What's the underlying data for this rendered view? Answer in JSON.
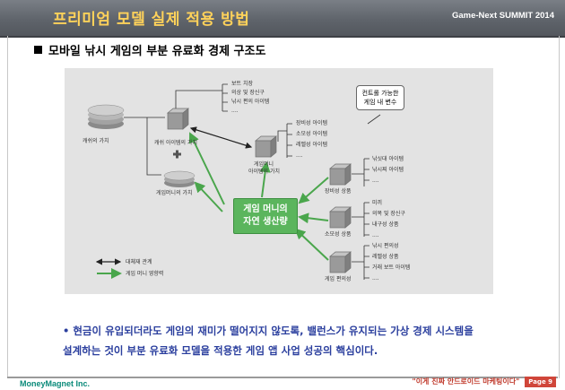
{
  "header": {
    "title": "프리미엄 모델 실제 적용 방법",
    "summit": "Game-Next SUMMIT 2014"
  },
  "section_title": "모바일 낚시 게임의 부분 유료화 경제 구조도",
  "diagram": {
    "cash_value": "캐쉬의 가치",
    "cash_item_value": "캐쉬 아이템의 가치",
    "cash_item_list": [
      "보트 치장",
      "의상 및 장신구",
      "낚시 편의 아이템",
      "...."
    ],
    "game_money_value": "게임머니의 가치",
    "game_money_item_value": [
      "게임머니",
      "아이템의 가치"
    ],
    "game_money_item_list": [
      "장비성 아이템",
      "소모성 아이템",
      "레벨성 아이템",
      "...."
    ],
    "center": [
      "게임 머니의",
      "자연 생산량"
    ],
    "controllable": [
      "컨트롤 가능한",
      "게임 내 변수"
    ],
    "equipment_product": "장비성 상품",
    "equipment_list": [
      "낚싯대 아이템",
      "낚시찌 아이템",
      "...."
    ],
    "consumable_product": "소모성 상품",
    "consumable_list": [
      "미끼",
      "의복 및 장신구",
      "내구성 상품",
      "...."
    ],
    "convenience_product": "게임 편의성",
    "convenience_list": [
      "낚시 편의성",
      "레벨성 상품",
      "거래 보트 아이템",
      "...."
    ],
    "legend_substitute": "대체재 관계",
    "legend_influence": "게임 머니 영향력"
  },
  "body_text": [
    "• 현금이 유입되더라도 게임의 재미가 떨어지지 않도록, 밸런스가 유지되는 가상 경제 시스템을",
    "설계하는 것이 부분 유료화 모델을 적용한 게임 앱 사업 성공의 핵심이다."
  ],
  "footer": {
    "company": "MoneyMagnet Inc.",
    "quote": "\"이게 진짜 안드로이드 마케팅이다\"",
    "page": "Page 9"
  },
  "colors": {
    "title": "#ffd25a",
    "center_box": "#5bb55d",
    "body_text": "#2b3f9e",
    "company": "#0a8a7a"
  }
}
